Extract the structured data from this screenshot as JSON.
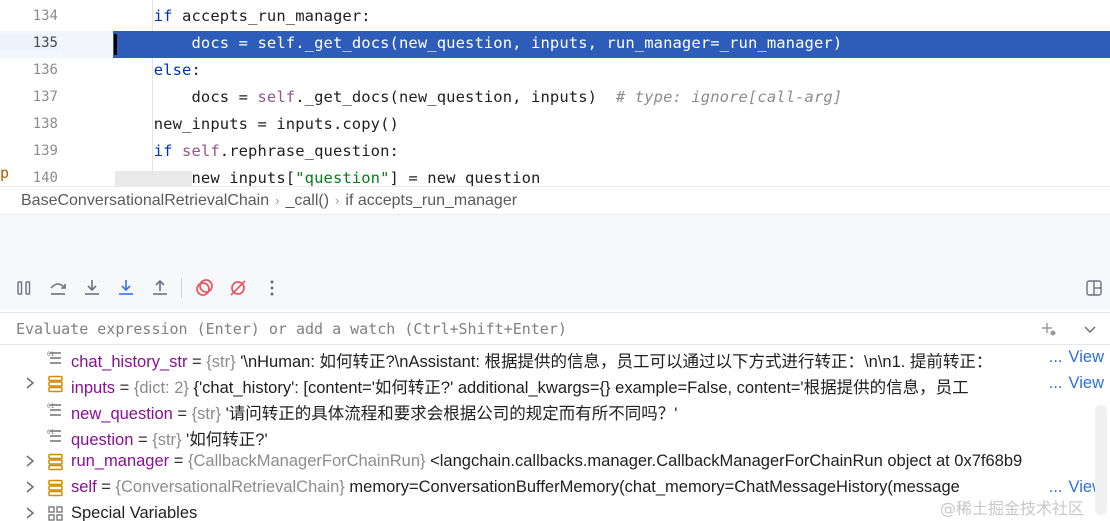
{
  "editor": {
    "lines": [
      {
        "num": "134",
        "indent": "    ",
        "tokens": [
          {
            "t": "if",
            "c": "kw"
          },
          {
            "t": " accepts_run_manager:",
            "c": ""
          }
        ]
      },
      {
        "num": "135",
        "indent": "        ",
        "tokens": [
          {
            "t": "docs = ",
            "c": ""
          },
          {
            "t": "self",
            "c": "slf"
          },
          {
            "t": "._get_docs(new_question, inputs, run_manager=_run_manager)",
            "c": ""
          }
        ]
      },
      {
        "num": "136",
        "indent": "    ",
        "tokens": [
          {
            "t": "else",
            "c": "kw"
          },
          {
            "t": ":",
            "c": ""
          }
        ]
      },
      {
        "num": "137",
        "indent": "        ",
        "tokens": [
          {
            "t": "docs = ",
            "c": ""
          },
          {
            "t": "self",
            "c": "slf"
          },
          {
            "t": "._get_docs(new_question, inputs)  ",
            "c": ""
          },
          {
            "t": "# type: ignore[call-arg]",
            "c": "cmt"
          }
        ]
      },
      {
        "num": "138",
        "indent": "    ",
        "tokens": [
          {
            "t": "new_inputs = inputs.copy()",
            "c": ""
          }
        ]
      },
      {
        "num": "139",
        "indent": "    ",
        "tokens": [
          {
            "t": "if ",
            "c": "kw"
          },
          {
            "t": "self",
            "c": "slf"
          },
          {
            "t": ".rephrase_question:",
            "c": ""
          }
        ]
      },
      {
        "num": "140",
        "indent": "        ",
        "tokens": [
          {
            "t": "new_inputs[",
            "c": ""
          },
          {
            "t": "\"question\"",
            "c": "str"
          },
          {
            "t": "] = new_question",
            "c": ""
          }
        ]
      }
    ],
    "current_line_index": 1,
    "gutter_mark": "p"
  },
  "breadcrumb": {
    "items": [
      "BaseConversationalRetrievalChain",
      "_call()",
      "if accepts_run_manager"
    ],
    "separator": "›"
  },
  "toolbar": {
    "buttons": [
      {
        "name": "resume-program-button",
        "icon": "pause-icon"
      },
      {
        "name": "step-over-button",
        "icon": "step-over-icon"
      },
      {
        "name": "step-into-button",
        "icon": "step-into-icon"
      },
      {
        "name": "step-into-my-code-button",
        "icon": "step-into-my-code-icon"
      },
      {
        "name": "step-out-button",
        "icon": "step-out-icon"
      },
      {
        "name": "view-breakpoints-button",
        "icon": "breakpoints-icon"
      },
      {
        "name": "mute-breakpoints-button",
        "icon": "mute-breakpoints-icon"
      },
      {
        "name": "more-options-button",
        "icon": "kebab-icon"
      },
      {
        "name": "layout-button",
        "icon": "layout-icon"
      }
    ],
    "colors": {
      "icon": "#6c707e",
      "breakpoint": "#e55765"
    }
  },
  "evaluate": {
    "placeholder": "Evaluate expression (Enter) or add a watch (Ctrl+Shift+Enter)"
  },
  "variables": [
    {
      "name": "chat_history_str",
      "type": "{str}",
      "value": "'\\nHuman: 如何转正?\\nAssistant: 根据提供的信息，员工可以通过以下方式进行转正：\\n\\n1. 提前转正：",
      "expandable": false,
      "icon": "str-icon",
      "view": "View",
      "ellipsis": "..."
    },
    {
      "name": "inputs",
      "type": "{dict: 2}",
      "value": "{'chat_history': [content='如何转正?' additional_kwargs={} example=False, content='根据提供的信息，员工",
      "expandable": true,
      "icon": "dict-icon",
      "view": "View",
      "ellipsis": "..."
    },
    {
      "name": "new_question",
      "type": "{str}",
      "value": "'请问转正的具体流程和要求会根据公司的规定而有所不同吗？'",
      "expandable": false,
      "icon": "str-icon",
      "view": "",
      "ellipsis": ""
    },
    {
      "name": "question",
      "type": "{str}",
      "value": "'如何转正?'",
      "expandable": false,
      "icon": "str-icon",
      "view": "",
      "ellipsis": ""
    },
    {
      "name": "run_manager",
      "type": "{CallbackManagerForChainRun}",
      "value": "<langchain.callbacks.manager.CallbackManagerForChainRun object at 0x7f68b9",
      "expandable": true,
      "icon": "object-icon",
      "view": "",
      "ellipsis": ""
    },
    {
      "name": "self",
      "type": "{ConversationalRetrievalChain}",
      "value": "memory=ConversationBufferMemory(chat_memory=ChatMessageHistory(message",
      "expandable": true,
      "icon": "object-icon",
      "view": "View",
      "ellipsis": "..."
    },
    {
      "name": "",
      "type": "",
      "value": "",
      "label": "Special Variables",
      "expandable": true,
      "icon": "special-variables-icon",
      "view": "",
      "ellipsis": ""
    }
  ],
  "watermark": "@稀土掘金技术社区"
}
